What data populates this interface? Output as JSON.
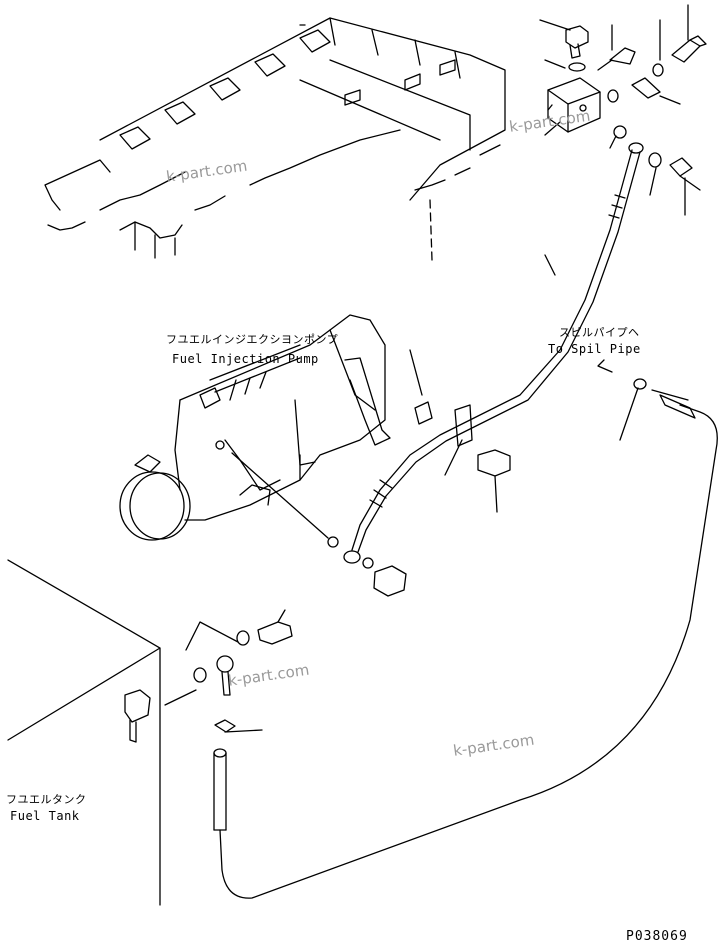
{
  "labels": {
    "fuel_injection_pump_jp": "フユエルインジエクシヨンポンプ",
    "fuel_injection_pump_en": "Fuel Injection Pump",
    "to_spil_pipe_jp": "スピルパイプヘ",
    "to_spil_pipe_en": "To Spil Pipe",
    "fuel_tank_jp": "フユエルタンク",
    "fuel_tank_en": "Fuel Tank"
  },
  "watermark": "k-part.com",
  "drawing_code": "P038069"
}
